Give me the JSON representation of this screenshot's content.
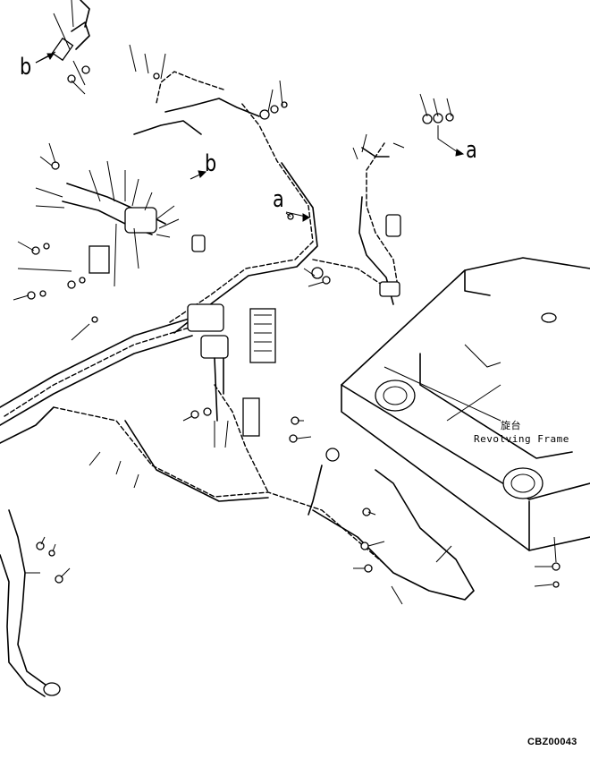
{
  "diagram": {
    "refs": {
      "b_top": "b",
      "b_mid": "b",
      "a_right": "a",
      "a_mid": "a"
    },
    "frame_label_jp": "旋台",
    "frame_label_en": "Revolving Frame",
    "figure_code": "CBZ00043"
  }
}
